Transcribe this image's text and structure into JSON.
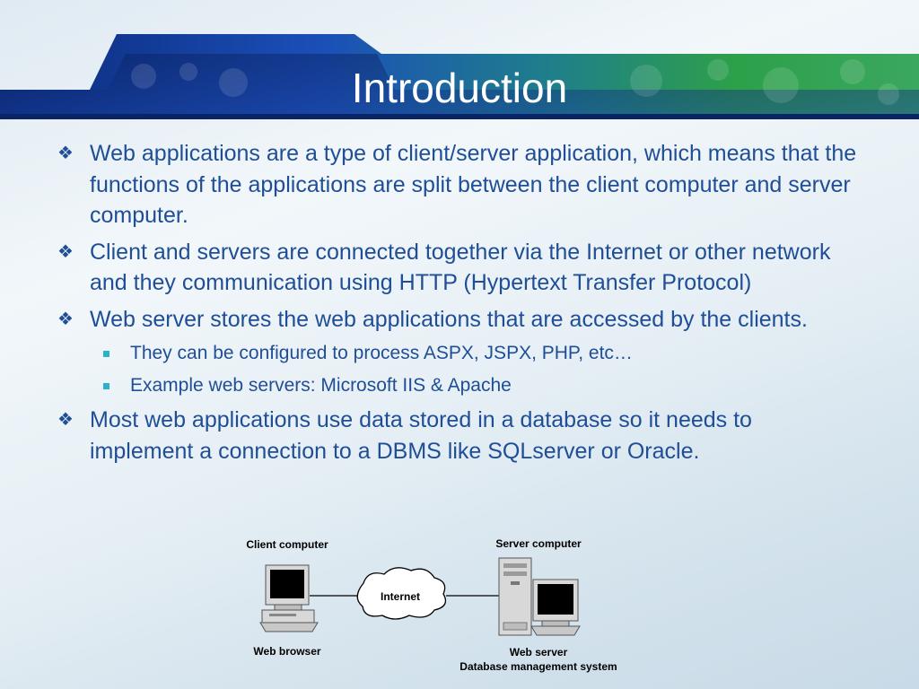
{
  "slide": {
    "title": "Introduction",
    "bullets": [
      "Web applications are a type of client/server application, which means that the functions of the applications are split between the client computer and server computer.",
      "Client and servers are connected together via the Internet or other network and they communication using HTTP (Hypertext Transfer Protocol)",
      "Web server stores the web applications that are accessed by the clients.",
      " Most web applications use data stored in a database so it needs to implement a connection to a DBMS like SQLserver or Oracle."
    ],
    "sub_bullets": [
      "They can be configured to process ASPX, JSPX, PHP, etc…",
      "Example web servers: Microsoft IIS & Apache"
    ]
  },
  "diagram": {
    "client_label": "Client computer",
    "server_label": "Server computer",
    "internet_label": "Internet",
    "web_browser_label": "Web browser",
    "web_server_label": "Web server",
    "dbms_label": "Database management system"
  },
  "colors": {
    "text": "#1f4e96",
    "sub_marker": "#2cb1c9",
    "banner_dark": "#1a3a8a",
    "banner_green": "#2a9a4a"
  }
}
